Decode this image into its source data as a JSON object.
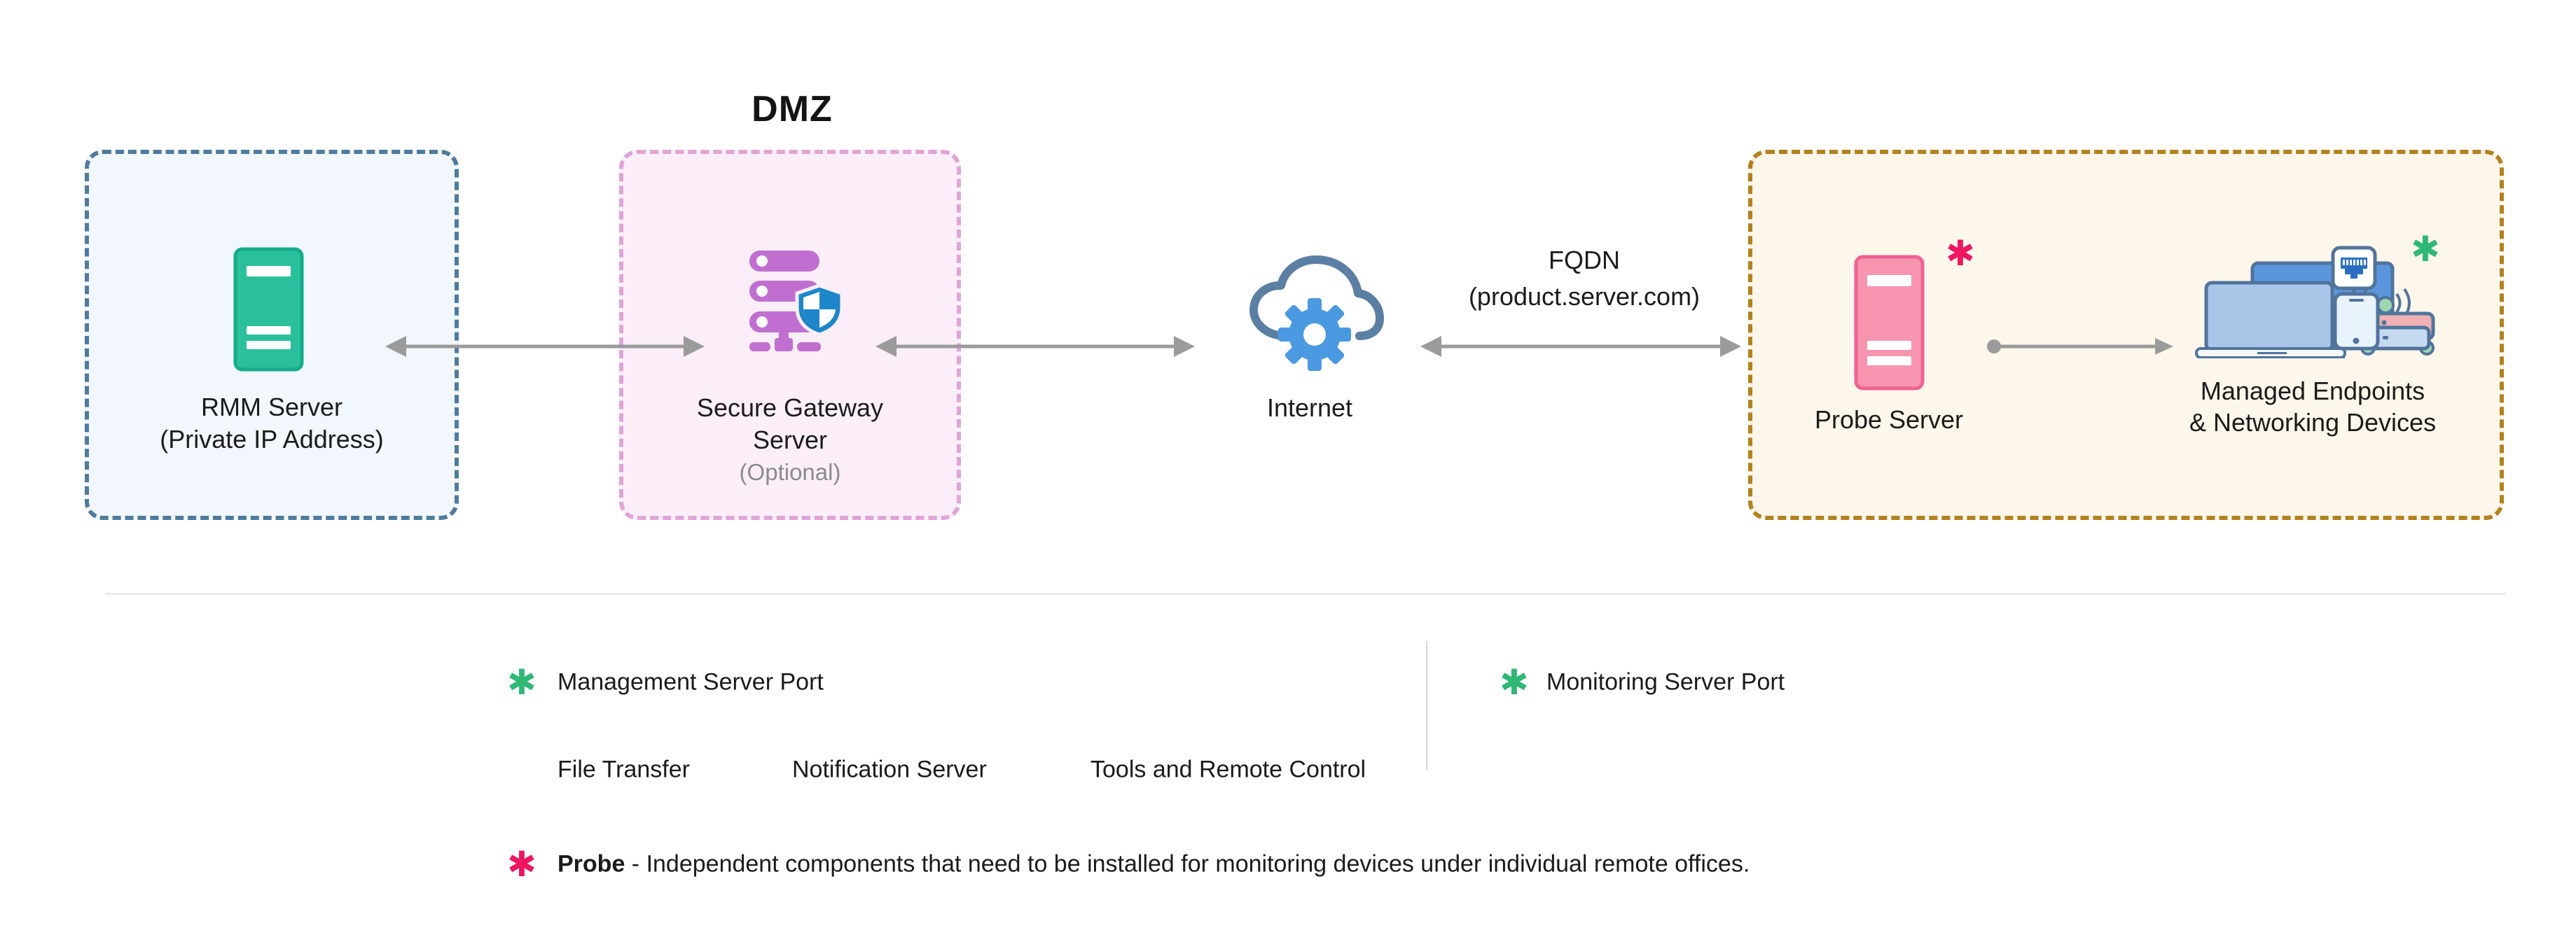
{
  "diagram": {
    "dmz_title": "DMZ",
    "rmm": {
      "name_line1": "RMM Server",
      "name_line2": "(Private IP Address)"
    },
    "gateway": {
      "name_line1": "Secure Gateway",
      "name_line2": "Server",
      "note": "(Optional)"
    },
    "internet": {
      "label": "Internet"
    },
    "fqdn": {
      "line1": "FQDN",
      "line2": "(product.server.com)"
    },
    "probe": {
      "label": "Probe Server",
      "marker": "✱"
    },
    "endpoints": {
      "name_line1": "Managed Endpoints",
      "name_line2": "& Networking Devices",
      "marker": "✱"
    }
  },
  "legend": {
    "management_port": {
      "marker": "✱",
      "label": "Management Server Port"
    },
    "monitoring_port": {
      "marker": "✱",
      "label": "Monitoring Server Port"
    },
    "row2_items": [
      "File Transfer",
      "Notification Server",
      "Tools and Remote Control"
    ],
    "probe_note": {
      "marker": "✱",
      "term": "Probe",
      "text": " - Independent components that need to be installed for monitoring devices under individual remote offices."
    }
  },
  "colors": {
    "rmm_zone_border": "#4e7b9e",
    "rmm_zone_fill": "#f1f7fc",
    "dmz_zone_border": "#e0a4d7",
    "dmz_zone_fill": "#fbeef9",
    "remote_zone_border": "#b3811f",
    "remote_zone_fill": "#fdf6ea",
    "rmm_server_green": "#2bc09c",
    "gateway_server_purple": "#c06fd0",
    "shield_blue": "#1d86c8",
    "cloud_outline": "#5b7fa3",
    "gear_blue": "#4b99e0",
    "probe_server_pink": "#f795b1",
    "management_marker_green": "#2fb875",
    "probe_marker_red": "#ee1660",
    "arrow_gray": "#9b9b9b"
  }
}
